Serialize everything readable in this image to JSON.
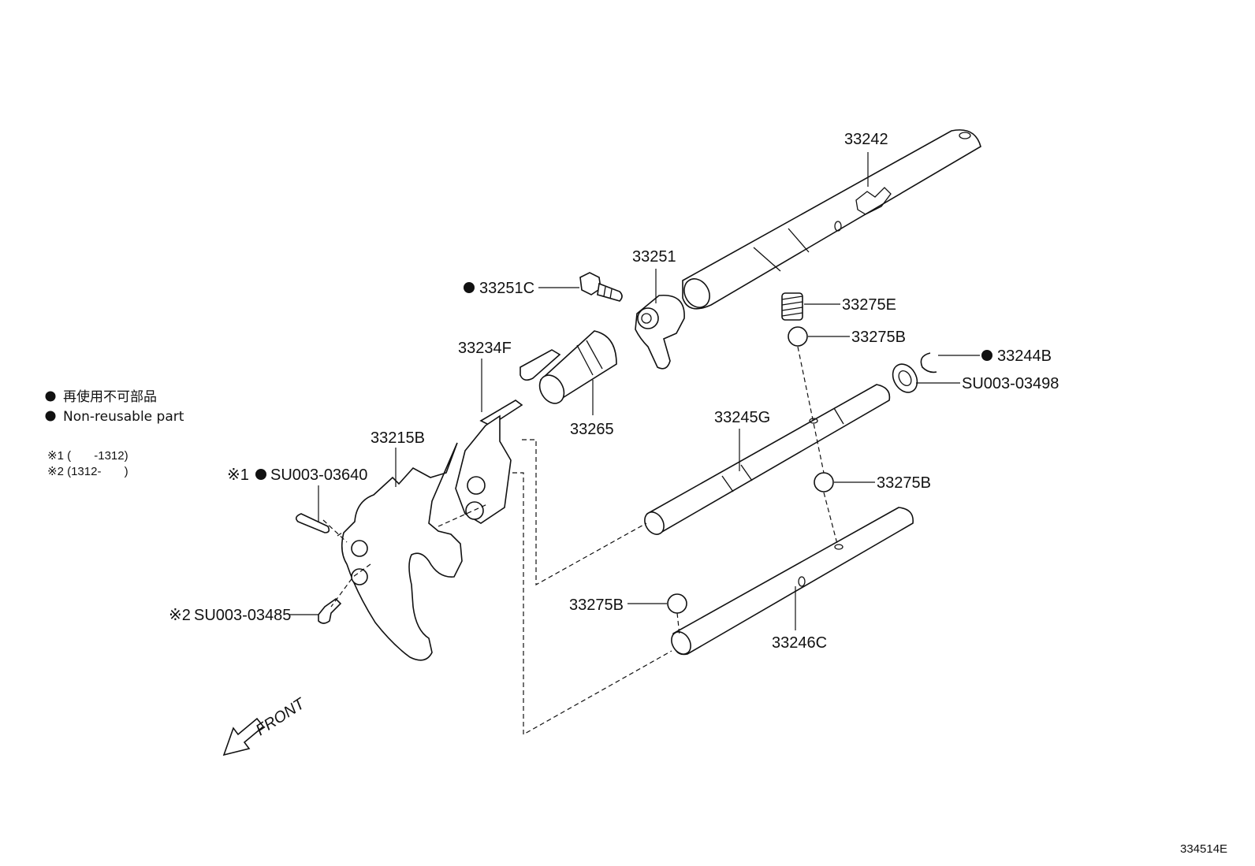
{
  "legend": {
    "jp_text": "再使用不可部品",
    "en_text": "Non-reusable part",
    "note1": "※1 (       -1312)",
    "note2": "※2 (1312-       )"
  },
  "parts": {
    "p33242": "33242",
    "p33251": "33251",
    "p33251C": "33251C",
    "p33275E": "33275E",
    "p33275B_a": "33275B",
    "p33244B": "33244B",
    "pSU003_03498": "SU003-03498",
    "p33234F": "33234F",
    "p33265": "33265",
    "p33245G": "33245G",
    "p33215B": "33215B",
    "pSU003_03640": "SU003-03640",
    "pSU003_03640_prefix": "※1",
    "p33275B_b": "33275B",
    "pSU003_03485": "SU003-03485",
    "pSU003_03485_prefix": "※2",
    "p33275B_c": "33275B",
    "p33246C": "33246C"
  },
  "front_label": "FRONT",
  "diagram_code": "334514E"
}
